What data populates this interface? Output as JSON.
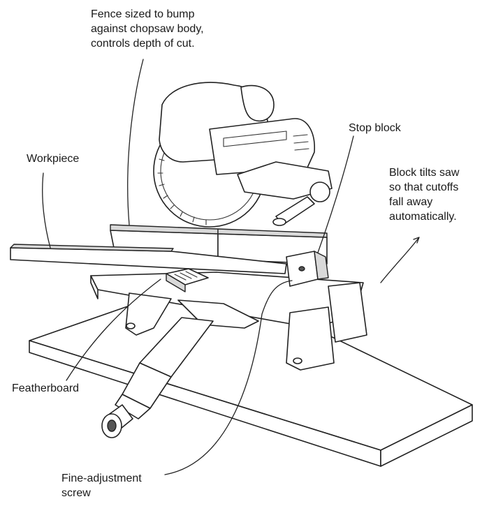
{
  "labels": {
    "fence": "Fence sized to bump\nagainst chopsaw body,\ncontrols depth of cut.",
    "stop_block": "Stop block",
    "workpiece": "Workpiece",
    "block_tilts": "Block tilts saw\nso that cutoffs\nfall away\nautomatically.",
    "featherboard": "Featherboard",
    "fine_adjustment": "Fine-adjustment\nscrew"
  }
}
